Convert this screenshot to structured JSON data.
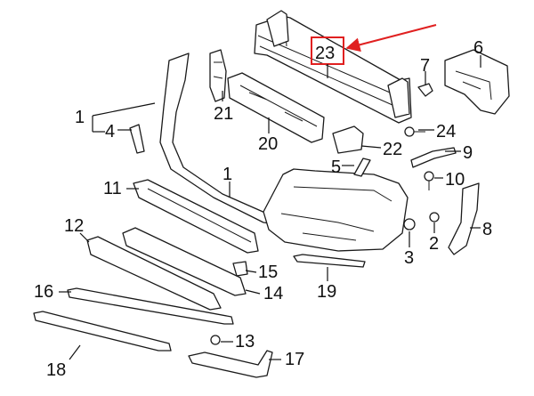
{
  "diagram": {
    "callouts": {
      "p1a": "1",
      "p1b": "1",
      "p2": "2",
      "p3": "3",
      "p4": "4",
      "p5": "5",
      "p6": "6",
      "p7": "7",
      "p8": "8",
      "p9": "9",
      "p10": "10",
      "p11": "11",
      "p12": "12",
      "p13": "13",
      "p14": "14",
      "p15": "15",
      "p16": "16",
      "p17": "17",
      "p18": "18",
      "p19": "19",
      "p20": "20",
      "p21": "21",
      "p22": "22",
      "p23": "23",
      "p24": "24"
    },
    "highlight": {
      "part": "23",
      "box_color": "#e02020",
      "arrow_color": "#e02020"
    }
  }
}
